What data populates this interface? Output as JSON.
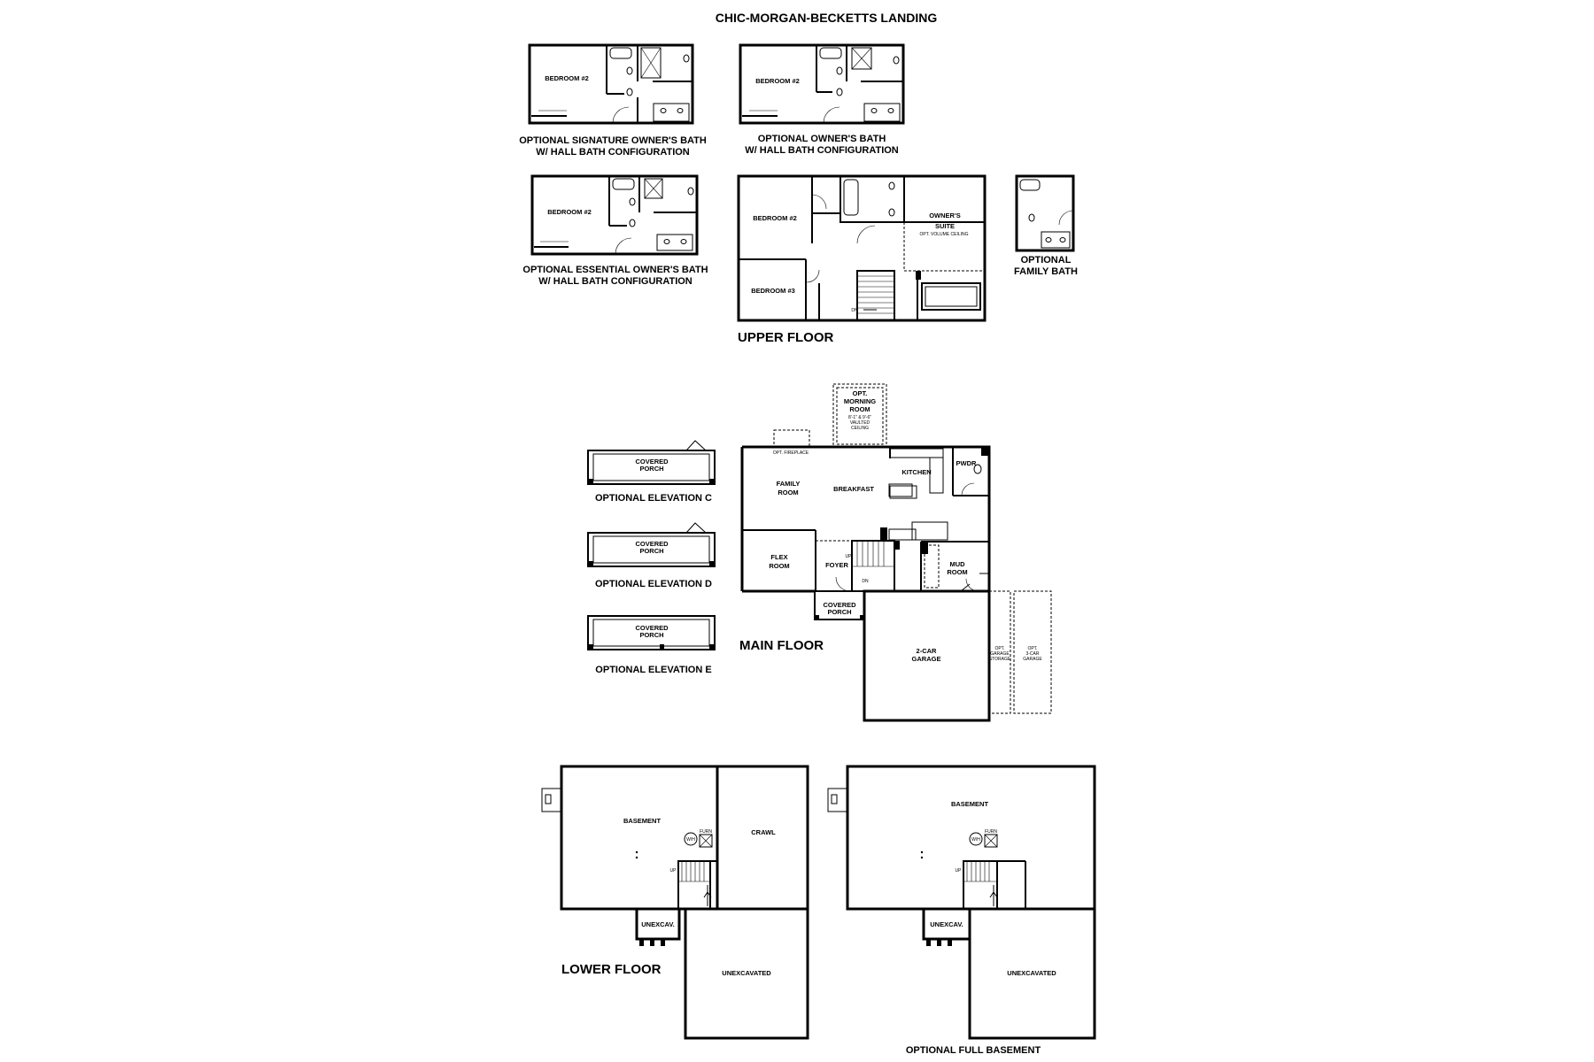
{
  "title": "CHIC-MORGAN-BECKETTS LANDING",
  "captions": {
    "signature_line1": "OPTIONAL SIGNATURE OWNER'S BATH",
    "signature_line2": "W/ HALL BATH CONFIGURATION",
    "owners_line1": "OPTIONAL OWNER'S BATH",
    "owners_line2": "W/ HALL BATH CONFIGURATION",
    "essential_line1": "OPTIONAL ESSENTIAL OWNER'S BATH",
    "essential_line2": "W/ HALL BATH CONFIGURATION",
    "family_bath_line1": "OPTIONAL",
    "family_bath_line2": "FAMILY BATH",
    "elevation_c": "OPTIONAL ELEVATION C",
    "elevation_d": "OPTIONAL ELEVATION D",
    "elevation_e": "OPTIONAL ELEVATION E",
    "optional_full_basement": "OPTIONAL FULL BASEMENT"
  },
  "floors": {
    "upper": "UPPER FLOOR",
    "main": "MAIN FLOOR",
    "lower": "LOWER FLOOR"
  },
  "rooms": {
    "bedroom2": "BEDROOM #2",
    "bedroom3": "BEDROOM #3",
    "owners_suite_line1": "OWNER'S",
    "owners_suite_line2": "SUITE",
    "opt_volume_ceiling": "OPT. VOLUME CEILING",
    "dn": "DN",
    "up": "UP",
    "opt_morning_line1": "OPT.",
    "opt_morning_line2": "MORNING",
    "opt_morning_line3": "ROOM",
    "vaulted_line1": "8'-1\" & 9'-6\"",
    "vaulted_line2": "VAULTED",
    "vaulted_line3": "CEILING",
    "opt_fireplace": "OPT. FIREPLACE",
    "kitchen": "KITCHEN",
    "pwdr": "PWDR",
    "family_room_line1": "FAMILY",
    "family_room_line2": "ROOM",
    "breakfast": "BREAKFAST",
    "flex_room_line1": "FLEX",
    "flex_room_line2": "ROOM",
    "foyer": "FOYER",
    "mud_room_line1": "MUD",
    "mud_room_line2": "ROOM",
    "covered_porch_line1": "COVERED",
    "covered_porch_line2": "PORCH",
    "garage_line1": "2-CAR",
    "garage_line2": "GARAGE",
    "opt_garage_storage_line1": "OPT.",
    "opt_garage_storage_line2": "GARAGE",
    "opt_garage_storage_line3": "STORAGE",
    "opt_3car_line1": "OPT.",
    "opt_3car_line2": "3-CAR",
    "opt_3car_line3": "GARAGE",
    "basement": "BASEMENT",
    "crawl": "CRAWL",
    "unexcav": "UNEXCAV.",
    "unexcavated": "UNEXCAVATED",
    "wh": "W/H",
    "furn": "FURN"
  }
}
